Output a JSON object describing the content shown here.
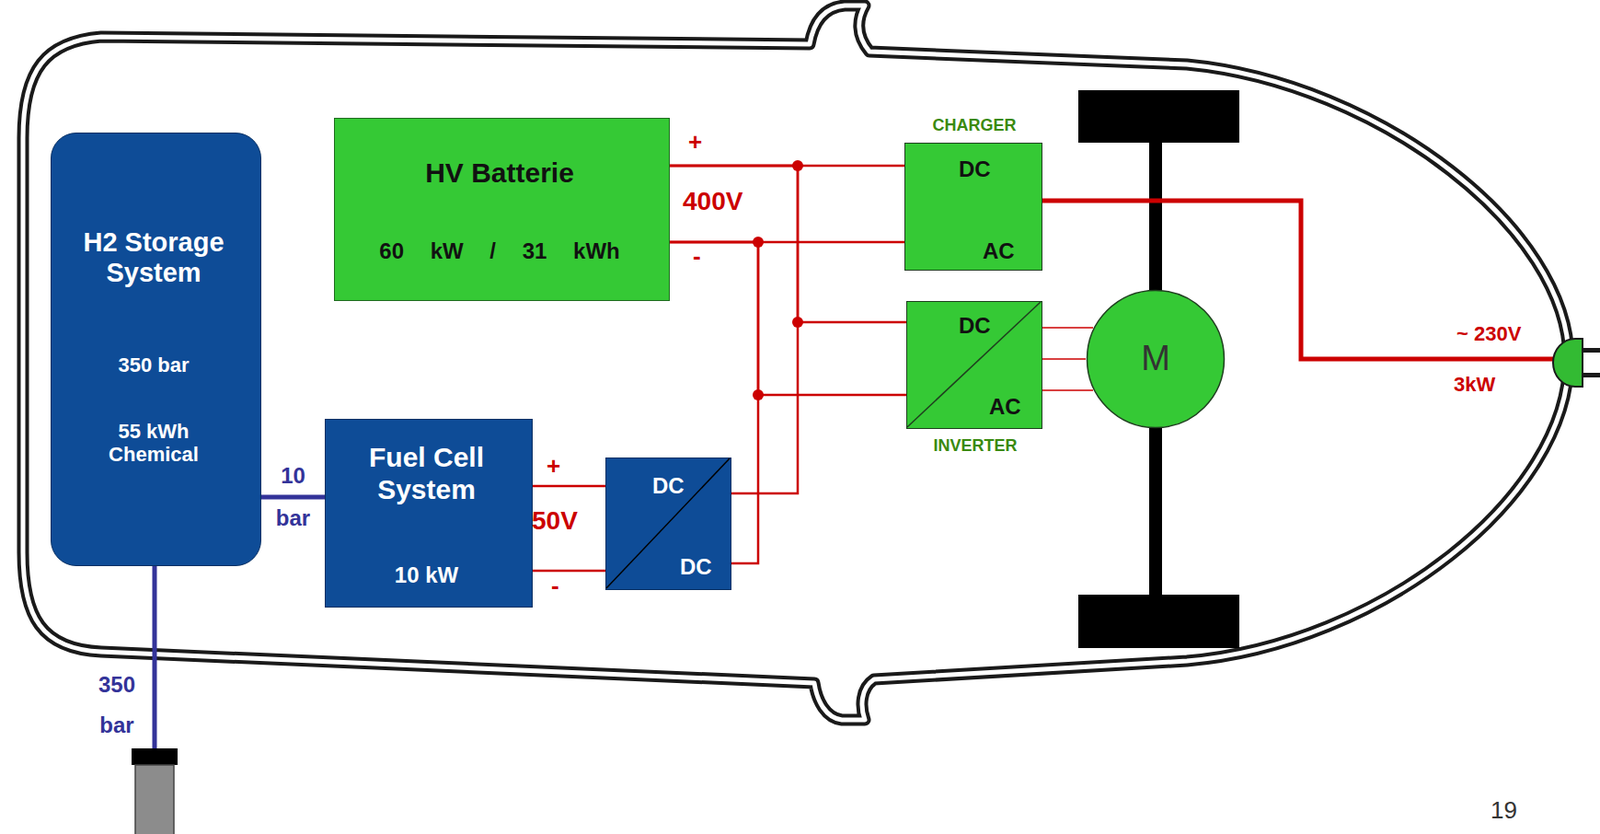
{
  "diagram": {
    "nodes": [
      {
        "text": [
          "H2 Storage System",
          "350 bar",
          "55 kWh Chemical"
        ]
      },
      {
        "text": [
          "HV Batterie",
          "60 kW / 31 kWh"
        ]
      },
      {
        "text": [
          "CHARGER",
          "DC",
          "AC"
        ]
      },
      {
        "text": [
          "DC",
          "AC",
          "INVERTER"
        ]
      },
      {
        "text": [
          "M"
        ]
      },
      {
        "text": [
          "Fuel Cell System",
          "10 kW"
        ]
      },
      {
        "text": [
          "DC",
          "DC"
        ]
      }
    ],
    "edges": [
      {
        "from": 0,
        "to": 5,
        "arrow": "none",
        "label": "10 bar"
      },
      {
        "from": 1,
        "to": 2,
        "arrow": "none"
      },
      {
        "from": 1,
        "to": 3,
        "arrow": "none"
      },
      {
        "from": 6,
        "to": 1,
        "arrow": "none"
      },
      {
        "from": 5,
        "to": 6,
        "arrow": "none"
      },
      {
        "from": 3,
        "to": 4,
        "arrow": "none"
      }
    ],
    "labels": [
      "+",
      "400V",
      "-",
      "+",
      "50V",
      "-",
      "~ 230V",
      "3kW",
      "350 bar",
      "19"
    ]
  }
}
